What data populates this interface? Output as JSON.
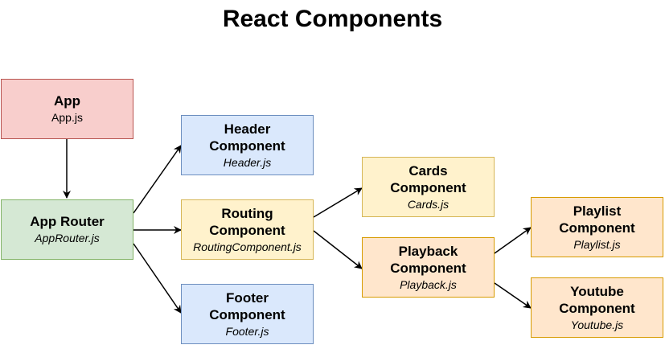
{
  "title": "React Components",
  "nodes": {
    "app": {
      "name": "App",
      "file": "App.js"
    },
    "approuter": {
      "name": "App Router",
      "file": "AppRouter.js"
    },
    "header": {
      "name": "Header\nComponent",
      "file": "Header.js"
    },
    "routing": {
      "name": "Routing\nComponent",
      "file": "RoutingComponent.js"
    },
    "footer": {
      "name": "Footer\nComponent",
      "file": "Footer.js"
    },
    "cards": {
      "name": "Cards\nComponent",
      "file": "Cards.js"
    },
    "playback": {
      "name": "Playback\nComponent",
      "file": "Playback.js"
    },
    "playlist": {
      "name": "Playlist\nComponent",
      "file": "Playlist.js"
    },
    "youtube": {
      "name": "Youtube\nComponent",
      "file": "Youtube.js"
    }
  },
  "edges": [
    {
      "from": "App",
      "to": "App Router"
    },
    {
      "from": "App Router",
      "to": "Header Component"
    },
    {
      "from": "App Router",
      "to": "Routing Component"
    },
    {
      "from": "App Router",
      "to": "Footer Component"
    },
    {
      "from": "Routing Component",
      "to": "Cards Component"
    },
    {
      "from": "Routing Component",
      "to": "Playback Component"
    },
    {
      "from": "Playback Component",
      "to": "Playlist Component"
    },
    {
      "from": "Playback Component",
      "to": "Youtube Component"
    }
  ],
  "colors": {
    "app": "#f8cecc",
    "router": "#d5e8d4",
    "level1": "#dae8fc",
    "routing": "#fff2cc",
    "playback": "#ffe6cc"
  }
}
